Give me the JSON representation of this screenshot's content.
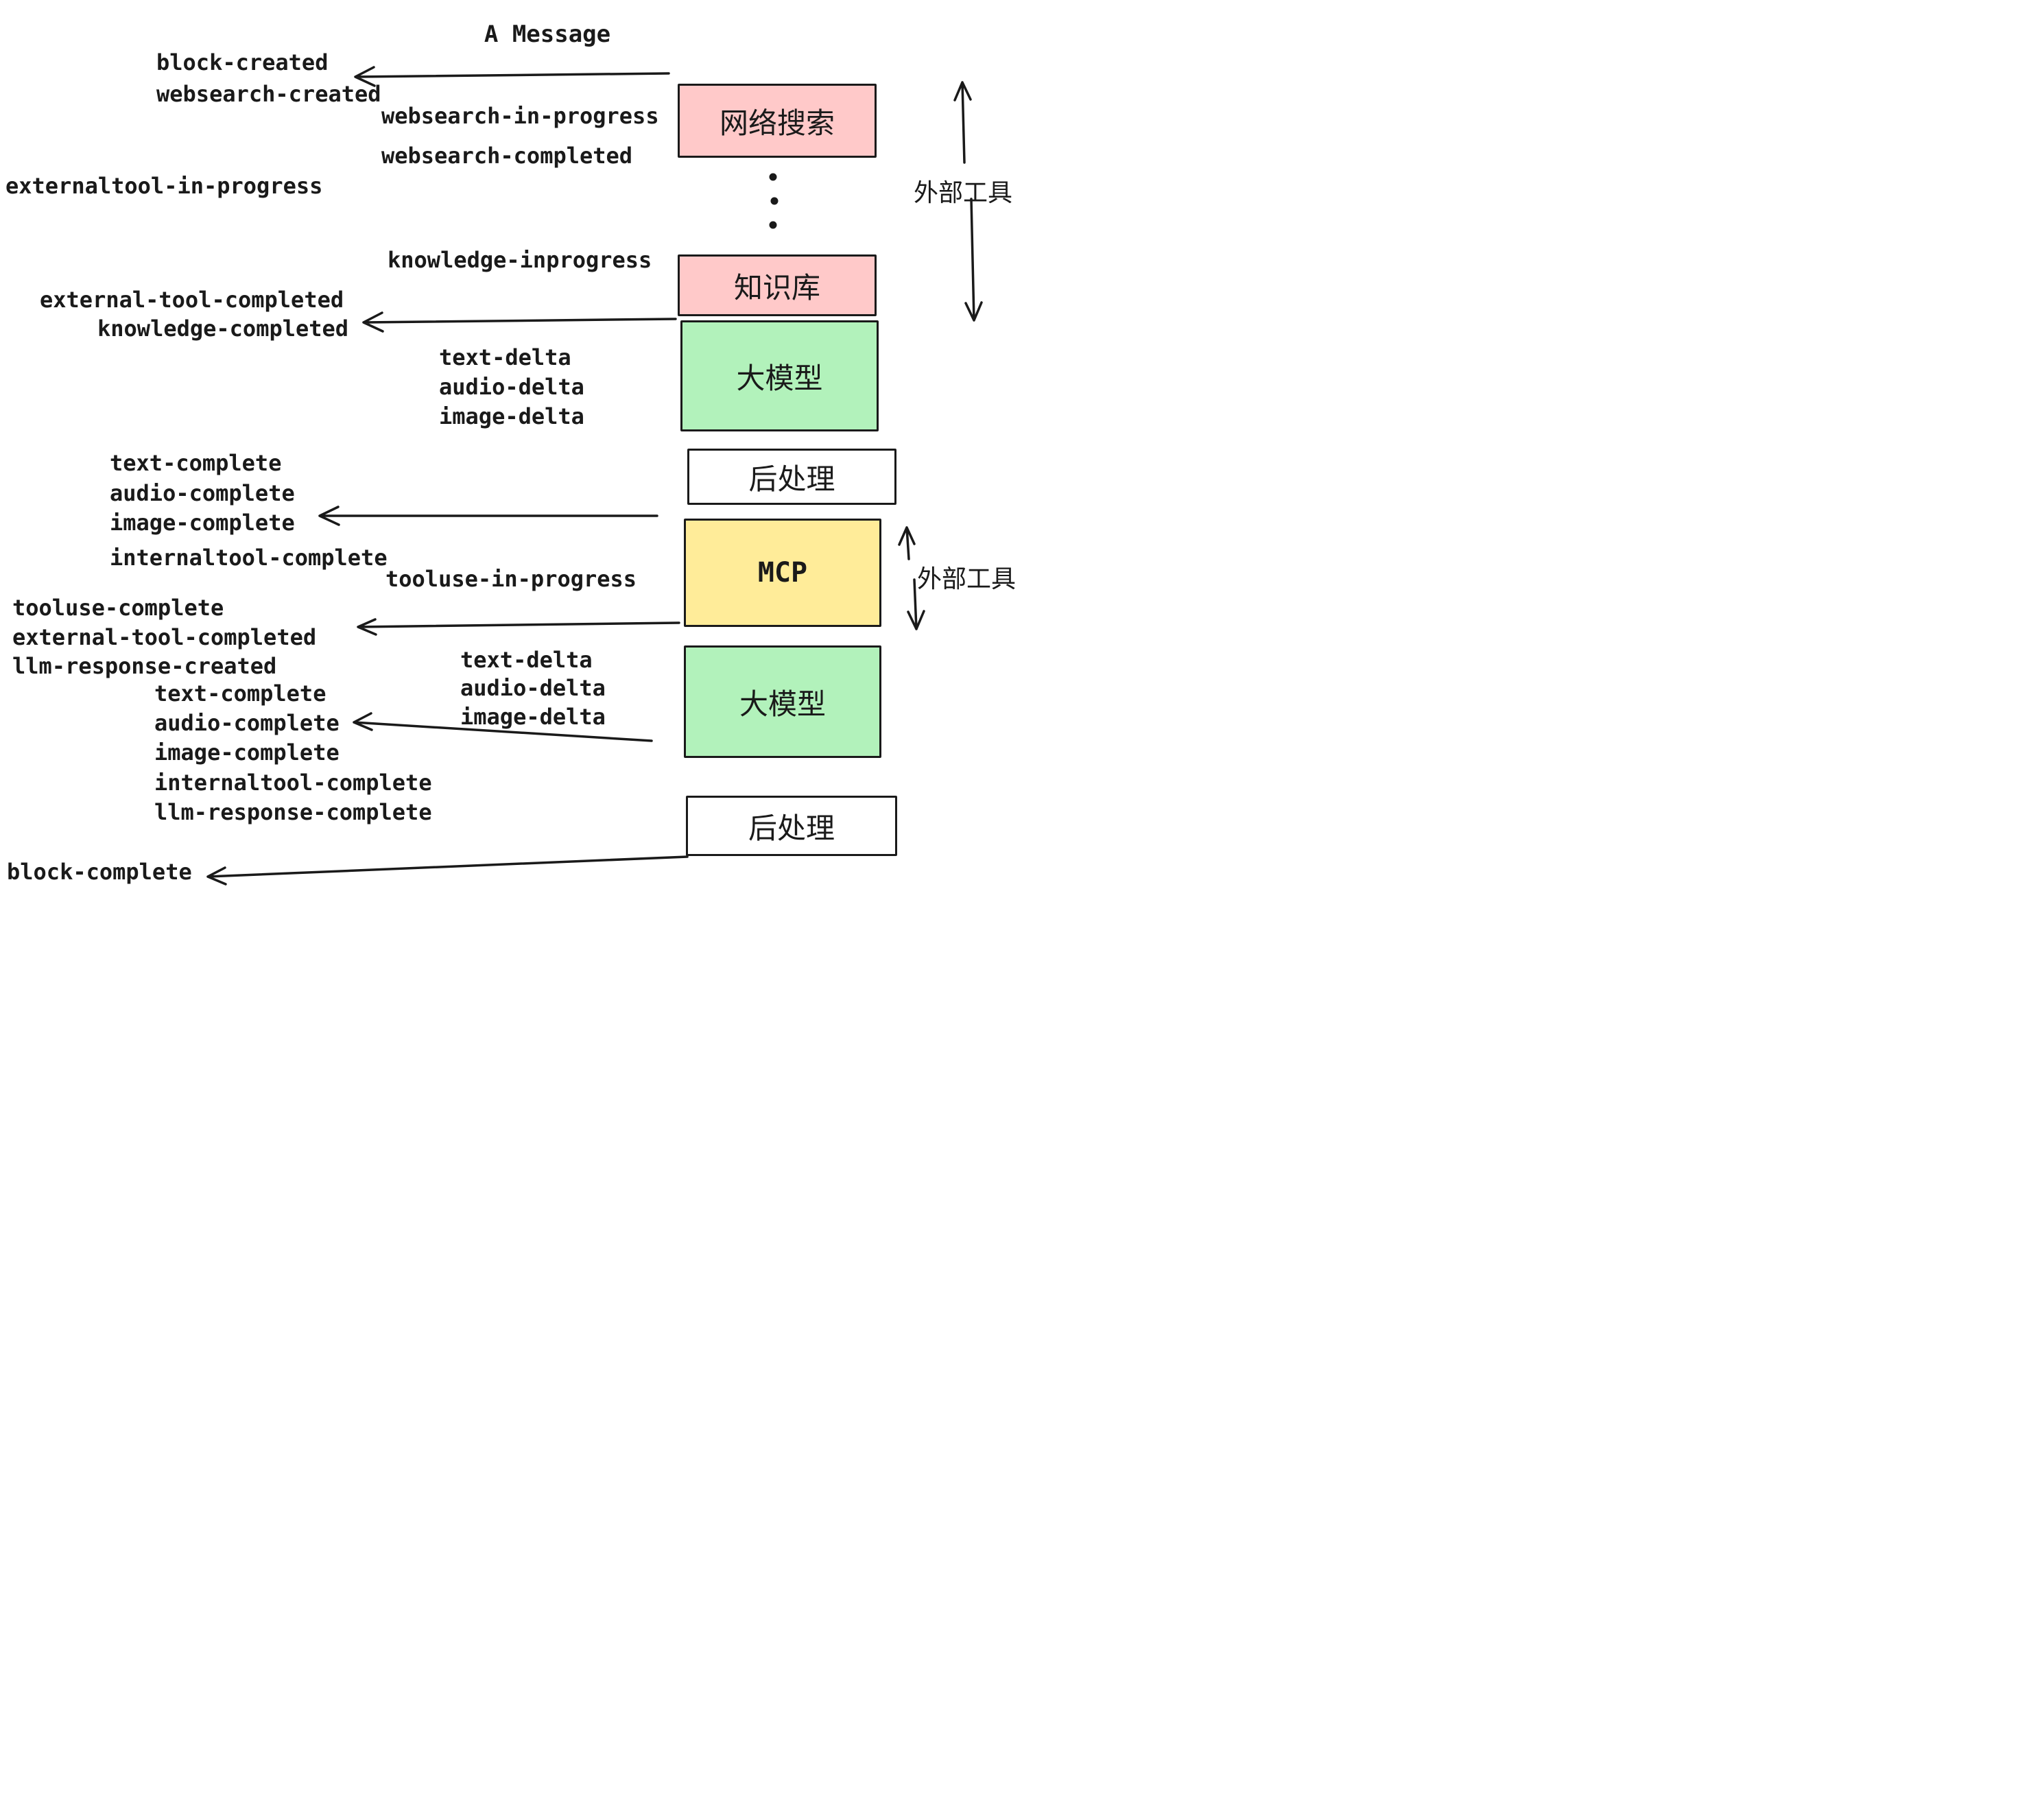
{
  "title": "A Message",
  "colors": {
    "pink": "#ffc9c9",
    "green": "#b2f2bb",
    "yellow": "#ffec99",
    "white": "#ffffff",
    "stroke": "#1a1a1a"
  },
  "nodes": {
    "websearch": "网络搜索",
    "knowledge": "知识库",
    "llm_1": "大模型",
    "post_1": "后处理",
    "mcp": "MCP",
    "llm_2": "大模型",
    "post_2": "后处理"
  },
  "side_labels": {
    "external_tools_1": "外部工具",
    "external_tools_2": "外部工具"
  },
  "events": {
    "block_created": "block-created",
    "websearch_created": "websearch-created",
    "websearch_in_progress": "websearch-in-progress",
    "websearch_completed": "websearch-completed",
    "externaltool_in_progress": "externaltool-in-progress",
    "knowledge_inprogress": "knowledge-inprogress",
    "external_tool_completed_1": "external-tool-completed",
    "knowledge_completed": "knowledge-completed",
    "text_delta_1": "text-delta",
    "audio_delta_1": "audio-delta",
    "image_delta_1": "image-delta",
    "text_complete_1": "text-complete",
    "audio_complete_1": "audio-complete",
    "image_complete_1": "image-complete",
    "internaltool_complete_1": "internaltool-complete",
    "tooluse_in_progress": "tooluse-in-progress",
    "tooluse_complete": "tooluse-complete",
    "external_tool_completed_2": "external-tool-completed",
    "llm_response_created": "llm-response-created",
    "text_delta_2": "text-delta",
    "audio_delta_2": "audio-delta",
    "image_delta_2": "image-delta",
    "text_complete_2": "text-complete",
    "audio_complete_2": "audio-complete",
    "image_complete_2": "image-complete",
    "internaltool_complete_2": "internaltool-complete",
    "llm_response_complete": "llm-response-complete",
    "block_complete": "block-complete"
  },
  "decorations": {
    "ellipsis_dots": "⋮"
  }
}
